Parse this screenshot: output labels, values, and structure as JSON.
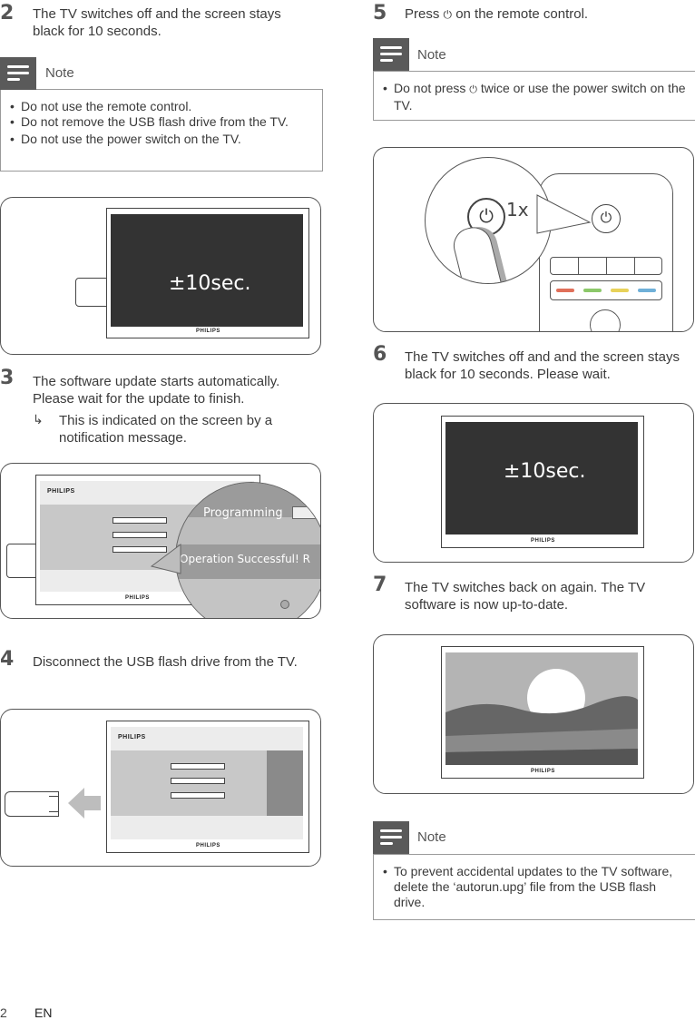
{
  "steps": {
    "s2": {
      "num": "2",
      "text": "The TV switches off and the screen stays black for 10 seconds."
    },
    "s3": {
      "num": "3",
      "text": "The software update starts automatically. Please wait for the update to finish.",
      "sub": "This is indicated on the screen by a notification message."
    },
    "s4": {
      "num": "4",
      "text": "Disconnect the USB flash drive from the TV."
    },
    "s5": {
      "num": "5",
      "text_before": "Press",
      "text_after": "on the remote control."
    },
    "s6": {
      "num": "6",
      "text": "The TV switches off and and the screen stays black for 10 seconds. Please wait."
    },
    "s7": {
      "num": "7",
      "text": "The TV switches back on again. The TV software is now up-to-date."
    }
  },
  "notes": {
    "label": "Note",
    "note1": [
      "Do not use the remote control.",
      "Do not remove the USB flash drive from the TV.",
      "Do not use the power switch on the TV."
    ],
    "note2_before": "Do not press",
    "note2_after": "twice or use the power switch on the TV.",
    "note3": [
      "To prevent accidental updates to the TV software, delete the ‘autorun.upg’ file from the USB flash drive."
    ]
  },
  "illustrations": {
    "sec": "±10sec.",
    "brand": "PHILIPS",
    "programming": "Programming",
    "success": "Operation Successful! R",
    "press_count": "1x"
  },
  "footer": {
    "page": "2",
    "lang": "EN"
  },
  "icons": {
    "bullet_arrow": "arrow-icon",
    "power": "power-icon",
    "note": "note-icon"
  }
}
